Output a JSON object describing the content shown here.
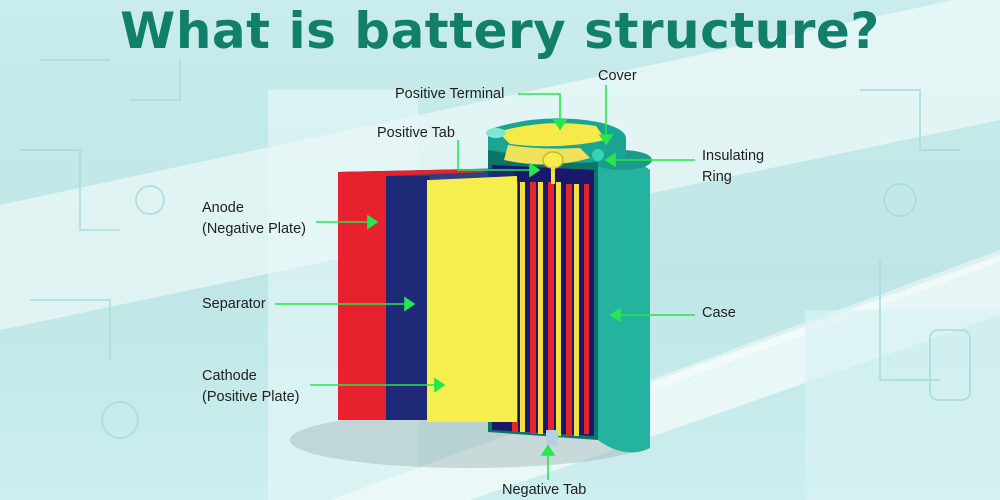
{
  "title": "What is battery structure?",
  "labels": {
    "cover": "Cover",
    "positive_terminal": "Positive Terminal",
    "positive_tab": "Positive Tab",
    "insulating_ring": [
      "Insulating",
      "Ring"
    ],
    "anode": [
      "Anode",
      "(Negative Plate)"
    ],
    "separator": "Separator",
    "cathode": [
      "Cathode",
      "(Positive Plate)"
    ],
    "case": "Case",
    "negative_tab": "Negative Tab"
  },
  "colors": {
    "title": "#117f6a",
    "case": "#27b7a1",
    "case_dark": "#0d7a6c",
    "anode": "#e8222d",
    "separator": "#1e2a78",
    "cathode": "#f6ee4e",
    "leader": "#27e64e",
    "background": "#c9ecec"
  }
}
